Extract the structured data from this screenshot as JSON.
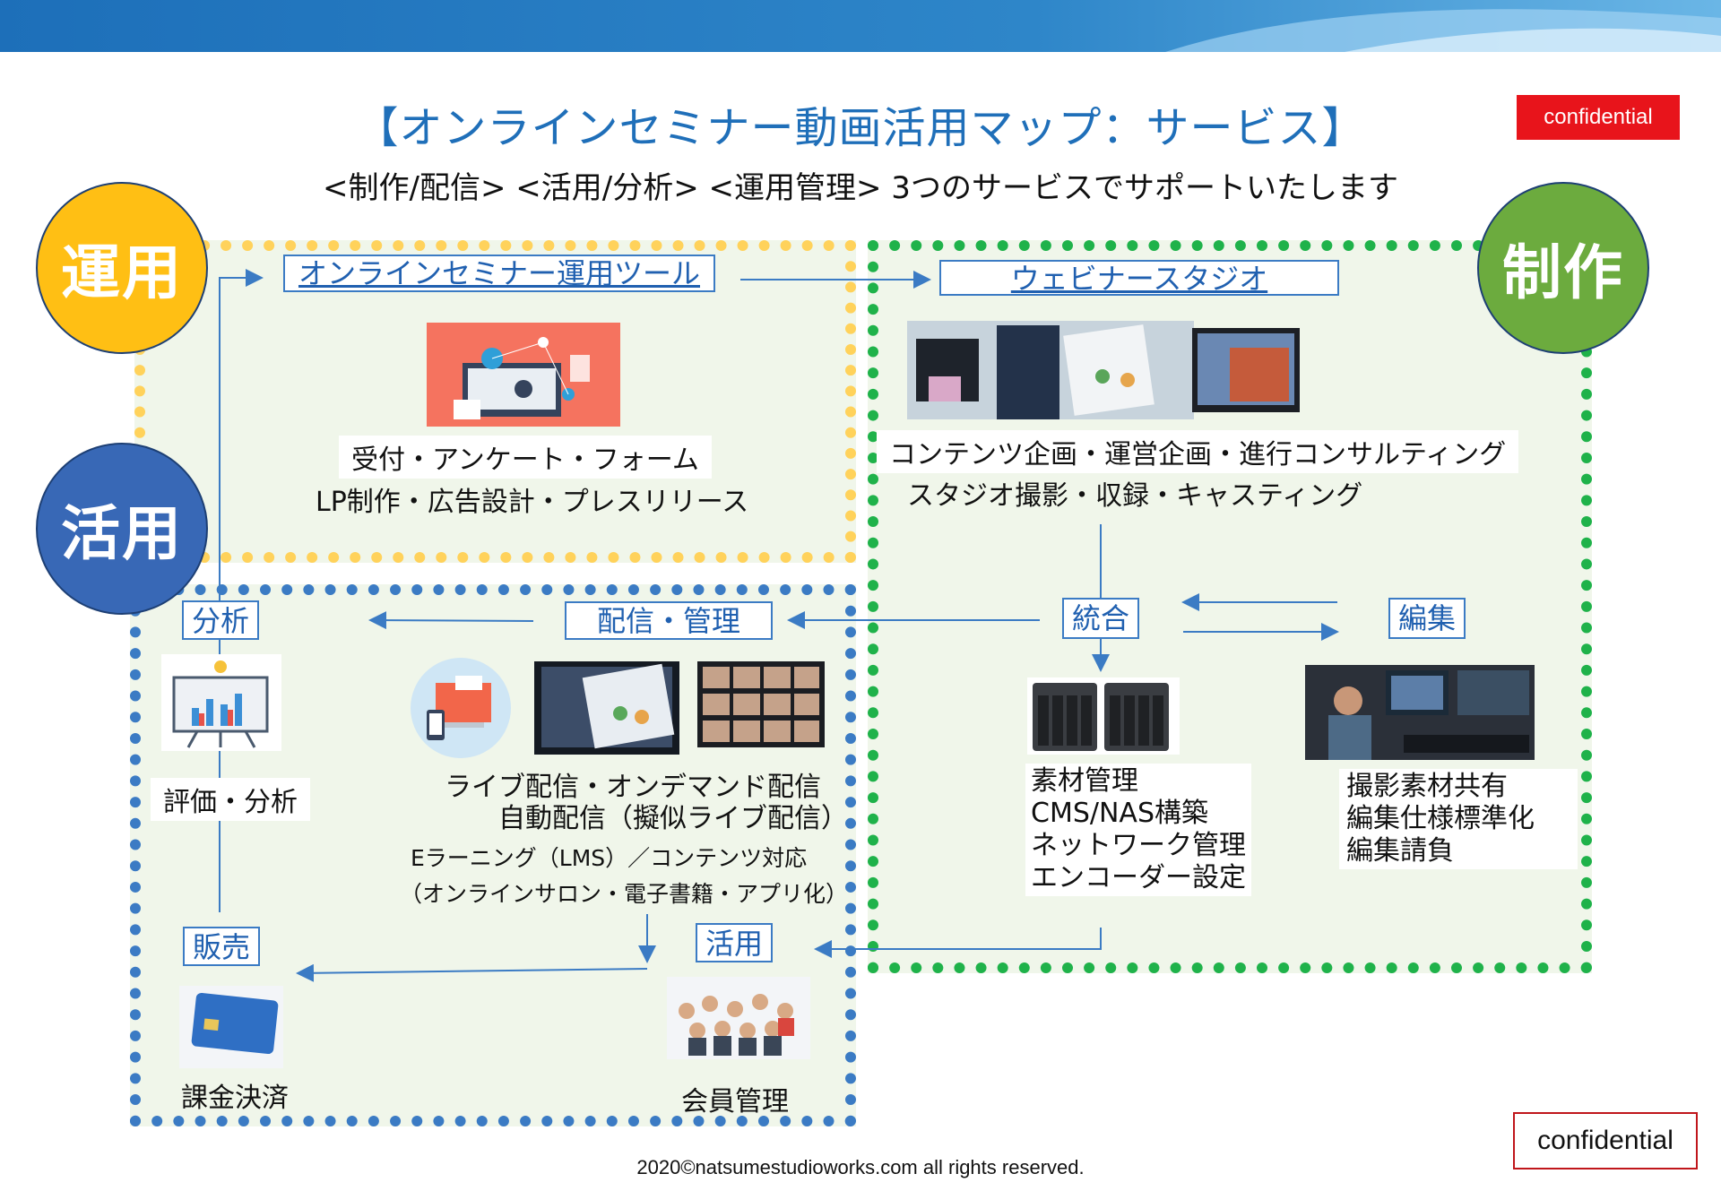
{
  "header": {
    "title": "【オンラインセミナー動画活用マップ：サービス】",
    "subtitle": "<制作/配信> <活用/分析> <運用管理> 3つのサービスでサポートいたします",
    "confidential_top": "confidential",
    "confidential_bottom": "confidential"
  },
  "circles": {
    "unyou": "運用",
    "katsuyou": "活用",
    "seisaku": "制作"
  },
  "unyou": {
    "tool_label": "オンラインセミナー運用ツール",
    "line1": "受付・アンケート・フォーム",
    "line2": "LP制作・広告設計・プレスリリース"
  },
  "seisaku": {
    "studio_label": "ウェビナースタジオ",
    "line1": "コンテンツ企画・運営企画・進行コンサルティング",
    "line2": "スタジオ撮影・収録・キャスティング",
    "tougou": "統合",
    "henshu": "編集",
    "sozai": [
      "素材管理",
      "CMS/NAS構築",
      "ネットワーク管理",
      "エンコーダー設定"
    ],
    "henshu_items": [
      "撮影素材共有",
      "編集仕様標準化",
      "編集請負"
    ]
  },
  "katsuyou": {
    "bunseki": "分析",
    "haishin": "配信・管理",
    "hyouka": "評価・分析",
    "live1": "ライブ配信・オンデマンド配信",
    "live2": "自動配信（擬似ライブ配信）",
    "elearn1": "Eラーニング（LMS）／コンテンツ対応",
    "elearn2": "（オンラインサロン・電子書籍・アプリ化）",
    "hanbai": "販売",
    "katsuyou_box": "活用",
    "kakin": "課金決済",
    "kaiin": "会員管理"
  },
  "footer": "2020©natsumestudioworks.com all rights reserved."
}
